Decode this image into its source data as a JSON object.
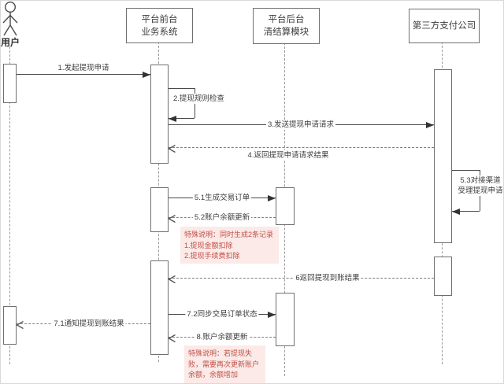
{
  "diagram": {
    "type": "uml-sequence",
    "participants": [
      {
        "id": "user",
        "kind": "actor",
        "label": "用户"
      },
      {
        "id": "frontend",
        "kind": "object",
        "label_lines": [
          "平台前台",
          "业务系统"
        ]
      },
      {
        "id": "backend",
        "kind": "object",
        "label_lines": [
          "平台后台",
          "清结算模块"
        ]
      },
      {
        "id": "thirdparty",
        "kind": "object",
        "label_lines": [
          "第三方支付公司"
        ]
      }
    ],
    "messages": [
      {
        "id": "m1",
        "from": "user",
        "to": "frontend",
        "kind": "solid",
        "label": "1.发起提现申请"
      },
      {
        "id": "m2",
        "from": "frontend",
        "to": "frontend",
        "kind": "self",
        "label": "2.提现规则检查"
      },
      {
        "id": "m3",
        "from": "frontend",
        "to": "thirdparty",
        "kind": "solid",
        "label": "3.发送提现申请请求"
      },
      {
        "id": "m4",
        "from": "thirdparty",
        "to": "frontend",
        "kind": "return",
        "label": "4.返回提现申请请求结果"
      },
      {
        "id": "m51",
        "from": "frontend",
        "to": "backend",
        "kind": "solid",
        "label": "5.1生成交易订单"
      },
      {
        "id": "m52",
        "from": "backend",
        "to": "frontend",
        "kind": "return",
        "label": "5.2账户余额更新"
      },
      {
        "id": "m53",
        "from": "thirdparty",
        "to": "thirdparty",
        "kind": "self",
        "label_lines": [
          "5.3对接渠道",
          "受理提现申请"
        ]
      },
      {
        "id": "m6",
        "from": "thirdparty",
        "to": "frontend",
        "kind": "return",
        "label": "6返回提现到账结果"
      },
      {
        "id": "m71",
        "from": "frontend",
        "to": "user",
        "kind": "return",
        "label": "7.1通知提现到账结果"
      },
      {
        "id": "m72",
        "from": "frontend",
        "to": "backend",
        "kind": "solid",
        "label": "7.2同步交易订单状态"
      },
      {
        "id": "m8",
        "from": "backend",
        "to": "frontend",
        "kind": "return",
        "label": "8.账户余额更新"
      }
    ],
    "notes": [
      {
        "id": "note1",
        "lines": [
          "特殊说明：同时生成2条记录",
          "1.提现金额扣除",
          "2.提现手续费扣除"
        ]
      },
      {
        "id": "note2",
        "lines": [
          "特殊说明：若提现失",
          "败，需要再次更新账户",
          "余额，余额增加"
        ]
      }
    ],
    "colors": {
      "background": "#ffffff",
      "solid_line": "#4a4a4a",
      "box_border": "#6f6f6f",
      "lifeline": "#999999",
      "text": "#3c3c3c",
      "note_background": "#fbeae7",
      "note_text": "#c0504a"
    }
  }
}
